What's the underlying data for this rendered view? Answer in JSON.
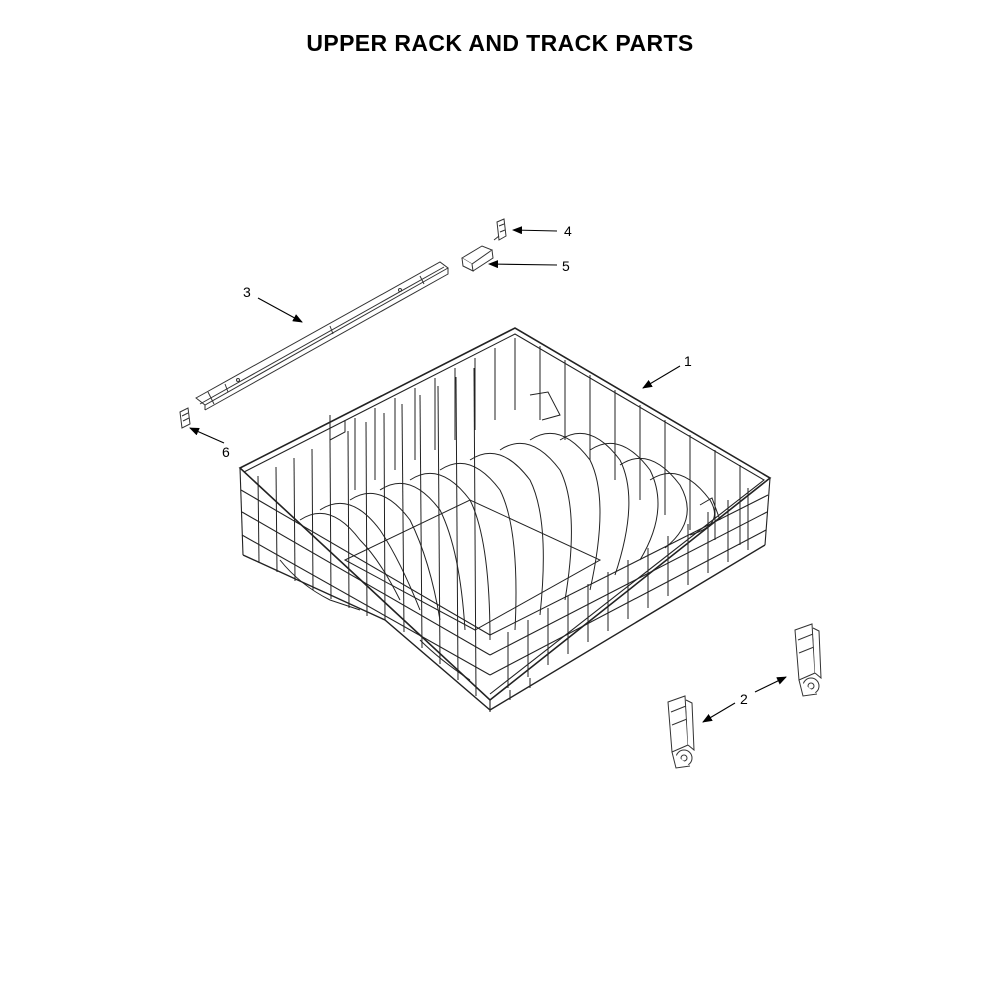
{
  "title": "UPPER RACK AND TRACK PARTS",
  "callouts": [
    {
      "id": "1",
      "label": "1"
    },
    {
      "id": "2",
      "label": "2"
    },
    {
      "id": "3",
      "label": "3"
    },
    {
      "id": "4",
      "label": "4"
    },
    {
      "id": "5",
      "label": "5"
    },
    {
      "id": "6",
      "label": "6"
    }
  ],
  "colors": {
    "line": "#000000",
    "part": "#444444",
    "background": "#ffffff"
  }
}
